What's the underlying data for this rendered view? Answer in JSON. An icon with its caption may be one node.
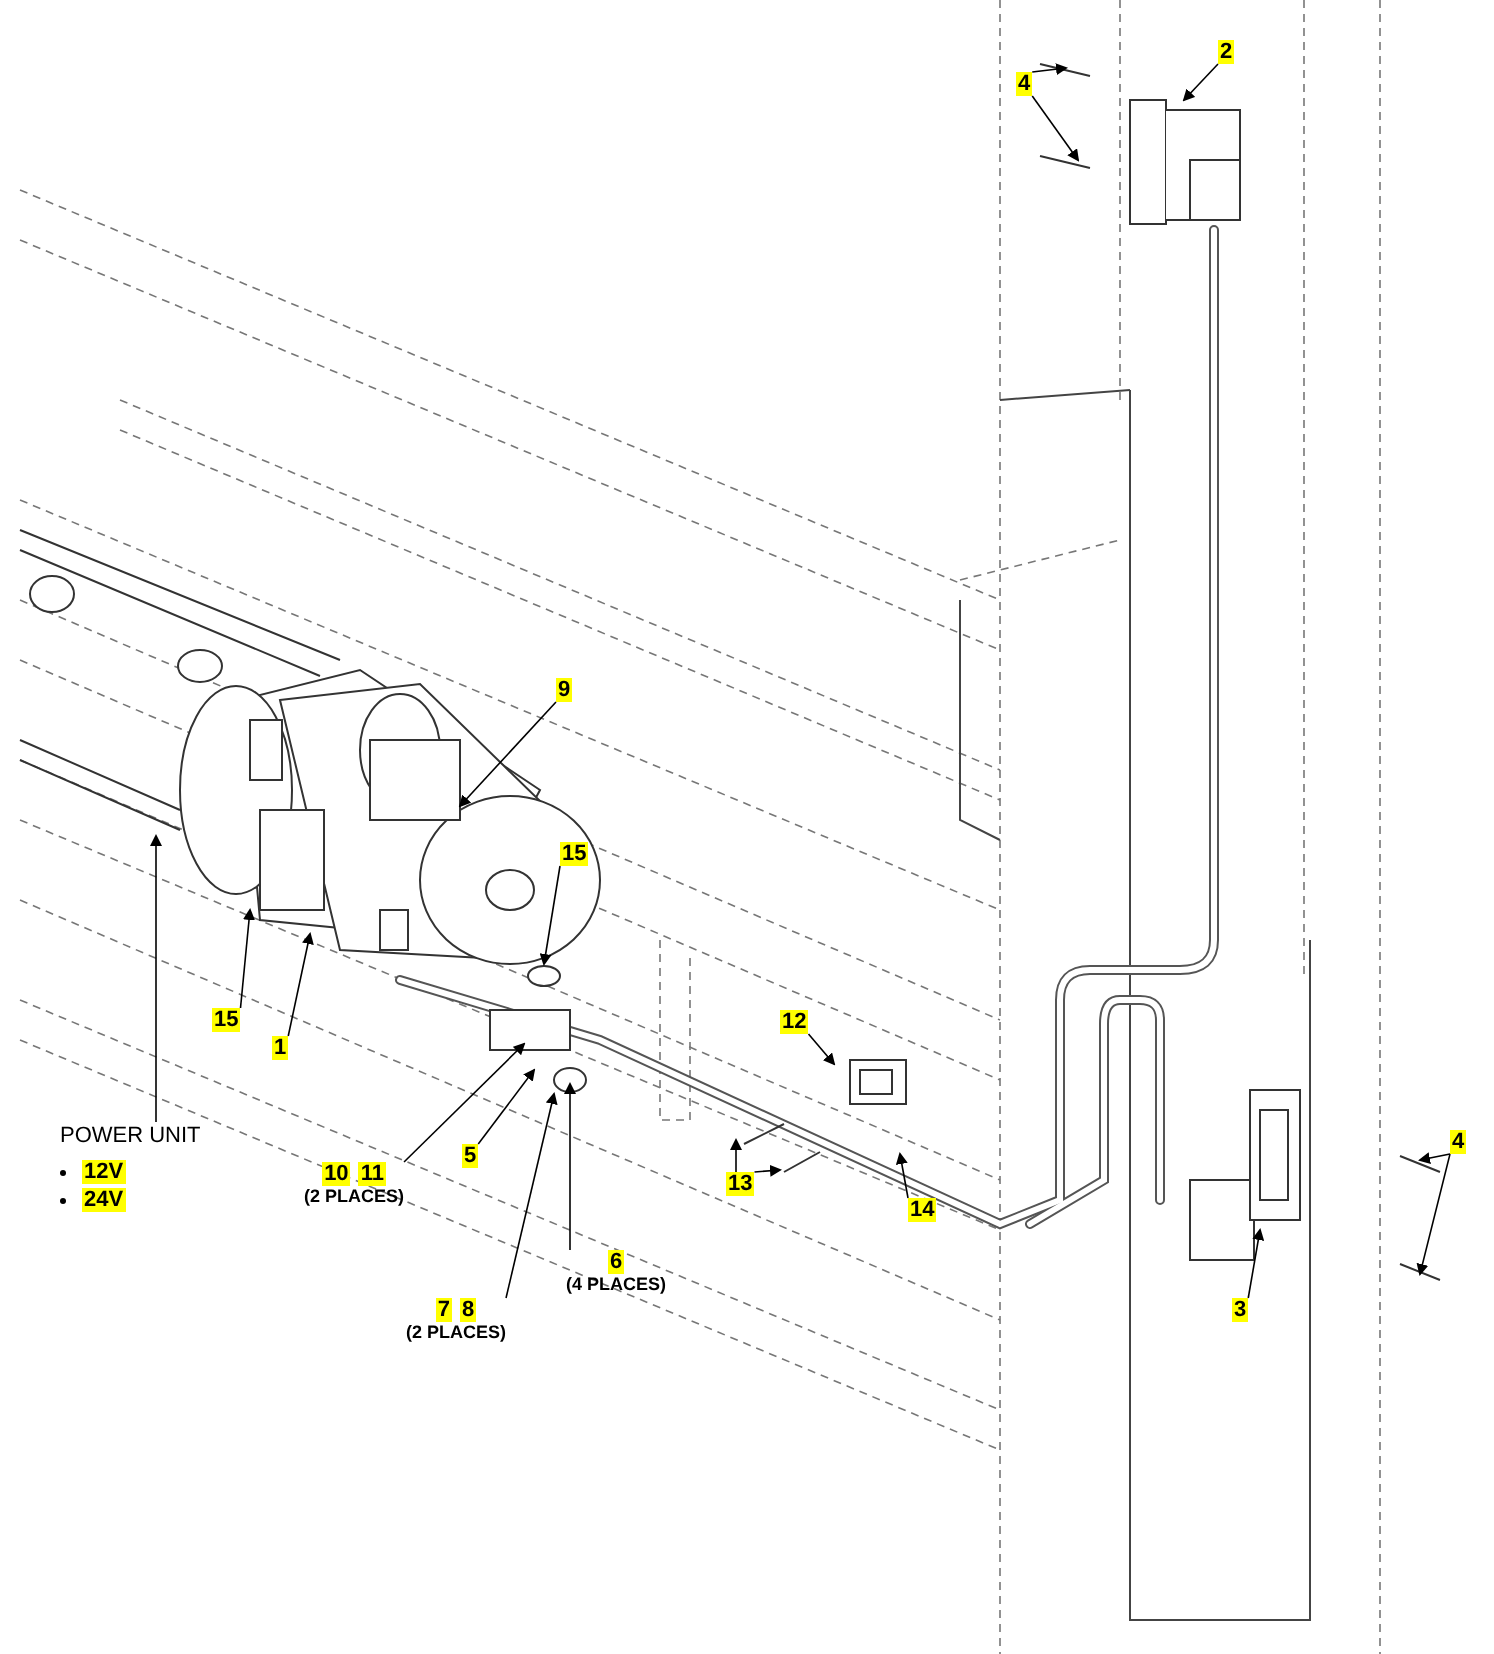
{
  "diagram": {
    "nodes": [
      {
        "text": [
          "2"
        ]
      },
      {
        "text": [
          "4"
        ]
      },
      {
        "text": [
          "9"
        ]
      },
      {
        "text": [
          "15"
        ]
      },
      {
        "text": [
          "15"
        ]
      },
      {
        "text": [
          "1"
        ]
      },
      {
        "text": [
          "POWER UNIT",
          "12V",
          "24V"
        ]
      },
      {
        "text": [
          "12"
        ]
      },
      {
        "text": [
          "13"
        ]
      },
      {
        "text": [
          "14"
        ]
      },
      {
        "text": [
          "10",
          "11"
        ],
        "beside": [
          "(2 PLACES)"
        ]
      },
      {
        "text": [
          "5"
        ]
      },
      {
        "text": [
          "7",
          "8"
        ],
        "beside": [
          "(2 PLACES)"
        ]
      },
      {
        "text": [
          "6"
        ],
        "beside": [
          "(4 PLACES)"
        ]
      },
      {
        "text": [
          "3"
        ]
      },
      {
        "text": [
          "4"
        ]
      }
    ],
    "edges": [
      {
        "from": 0,
        "to": null,
        "arrow": "to"
      },
      {
        "from": 1,
        "to": null,
        "arrow": "to"
      },
      {
        "from": 1,
        "to": null,
        "arrow": "to"
      },
      {
        "from": 2,
        "to": null,
        "arrow": "to"
      },
      {
        "from": 3,
        "to": null,
        "arrow": "to"
      },
      {
        "from": 4,
        "to": null,
        "arrow": "to"
      },
      {
        "from": 5,
        "to": null,
        "arrow": "to"
      },
      {
        "from": 6,
        "to": null,
        "arrow": "to"
      },
      {
        "from": 7,
        "to": null,
        "arrow": "to"
      },
      {
        "from": 8,
        "to": null,
        "arrow": "to"
      },
      {
        "from": 8,
        "to": null,
        "arrow": "to"
      },
      {
        "from": 9,
        "to": null,
        "arrow": "to"
      },
      {
        "from": 10,
        "to": null,
        "arrow": "to"
      },
      {
        "from": 11,
        "to": null,
        "arrow": "to"
      },
      {
        "from": 12,
        "to": null,
        "arrow": "to"
      },
      {
        "from": 13,
        "to": null,
        "arrow": "to"
      },
      {
        "from": 14,
        "to": null,
        "arrow": "to"
      },
      {
        "from": 15,
        "to": null,
        "arrow": "to"
      },
      {
        "from": 15,
        "to": null,
        "arrow": "to"
      }
    ]
  }
}
